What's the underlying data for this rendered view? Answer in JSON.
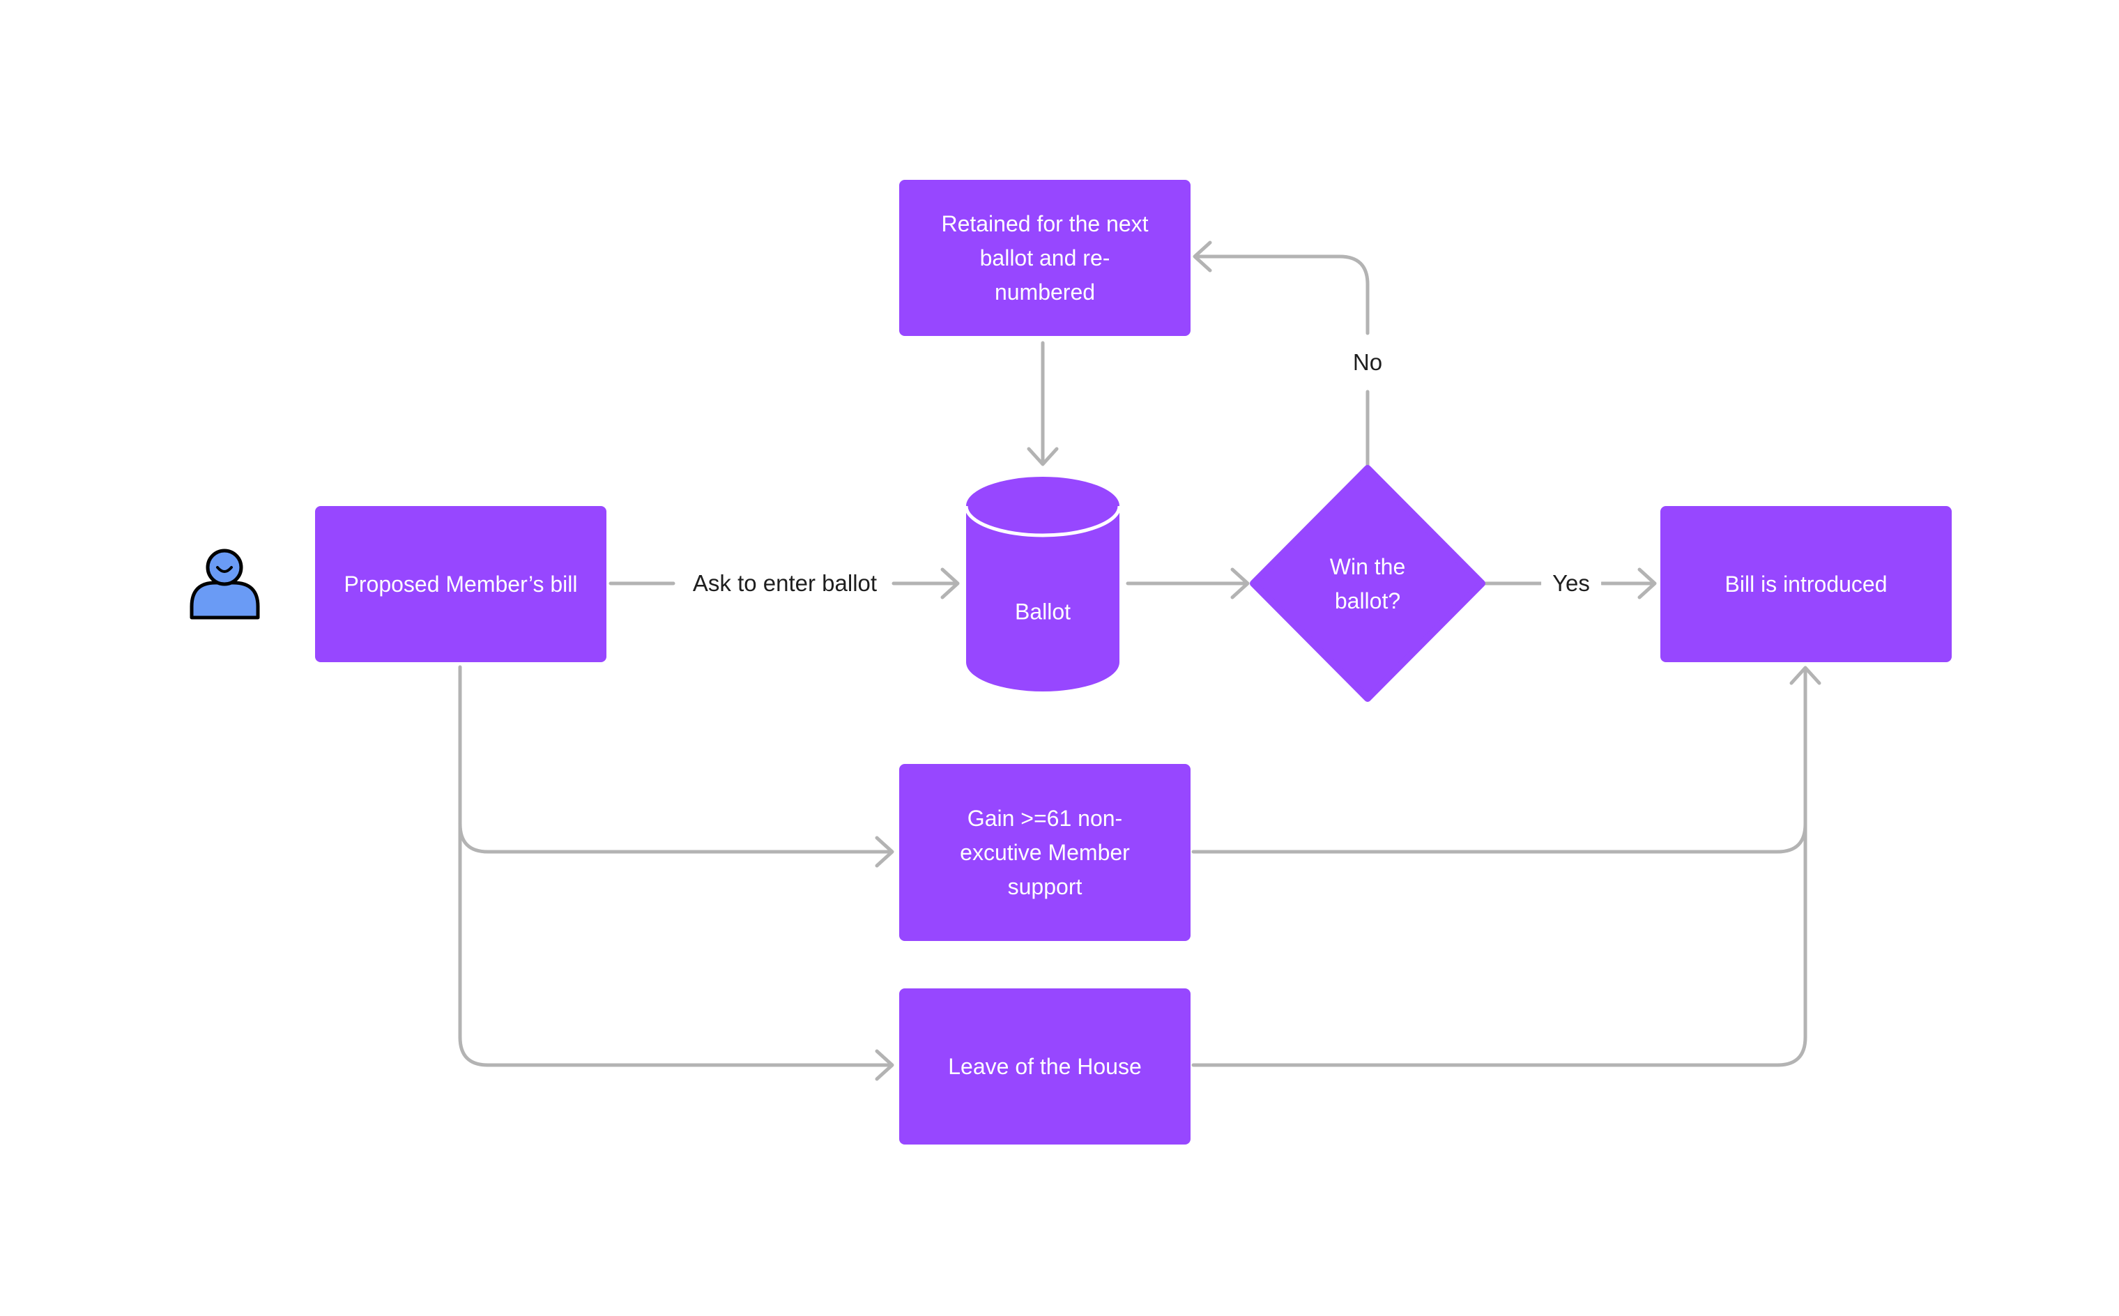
{
  "nodes": {
    "proposed": "Proposed Member’s bill",
    "retained": "Retained for the next ballot and re-numbered",
    "ballot": "Ballot",
    "decision": "Win the ballot?",
    "introduced": "Bill is introduced",
    "gain_support": "Gain >=61 non-excutive Member support",
    "leave": "Leave of the House"
  },
  "edges": {
    "ask": "Ask to enter ballot",
    "no": "No",
    "yes": "Yes"
  },
  "icons": {
    "person": "person-icon"
  },
  "colors": {
    "node_fill": "#9747FF",
    "connector": "#B3B3B3",
    "person_fill": "#6A9BF5",
    "person_outline": "#000000"
  }
}
